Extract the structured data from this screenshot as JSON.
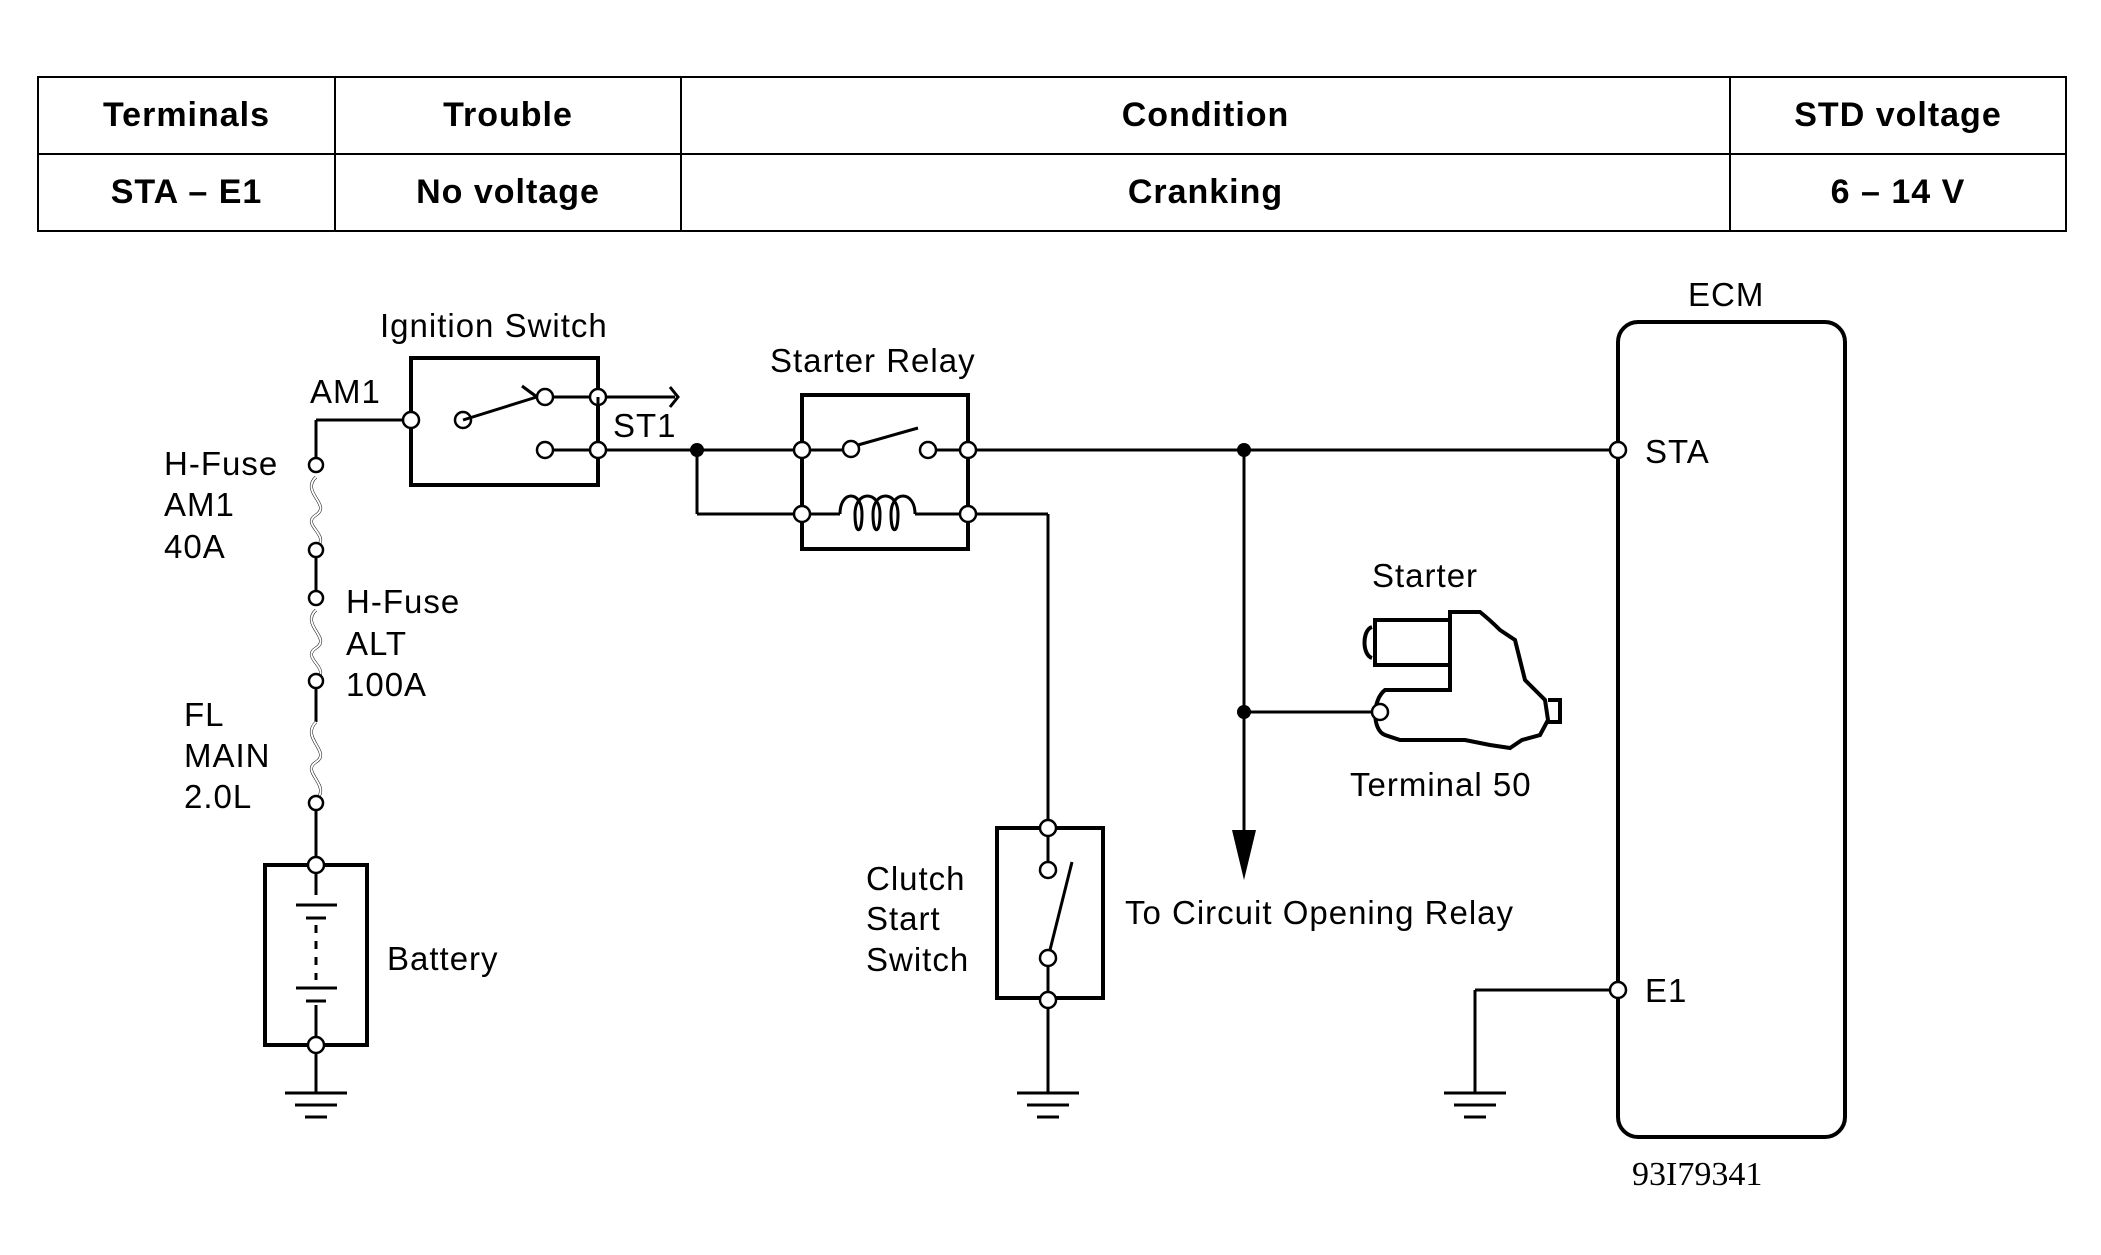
{
  "table": {
    "headers": [
      "Terminals",
      "Trouble",
      "Condition",
      "STD voltage"
    ],
    "rows": [
      [
        "STA – E1",
        "No voltage",
        "Cranking",
        "6 – 14 V"
      ]
    ]
  },
  "diagram": {
    "ecm": "ECM",
    "sta": "STA",
    "e1": "E1",
    "ignition_switch": "Ignition Switch",
    "am1": "AM1",
    "st1": "ST1",
    "starter_relay": "Starter Relay",
    "hfuse_am1": [
      "H-Fuse",
      "AM1",
      "40A"
    ],
    "hfuse_alt": [
      "H-Fuse",
      "ALT",
      "100A"
    ],
    "fl_main": [
      "FL",
      "MAIN",
      "2.0L"
    ],
    "battery": "Battery",
    "clutch_start_switch": [
      "Clutch",
      "Start",
      "Switch"
    ],
    "to_circuit_opening_relay": "To Circuit Opening Relay",
    "starter": "Starter",
    "terminal_50": "Terminal 50",
    "figure_code": "93I79341"
  }
}
